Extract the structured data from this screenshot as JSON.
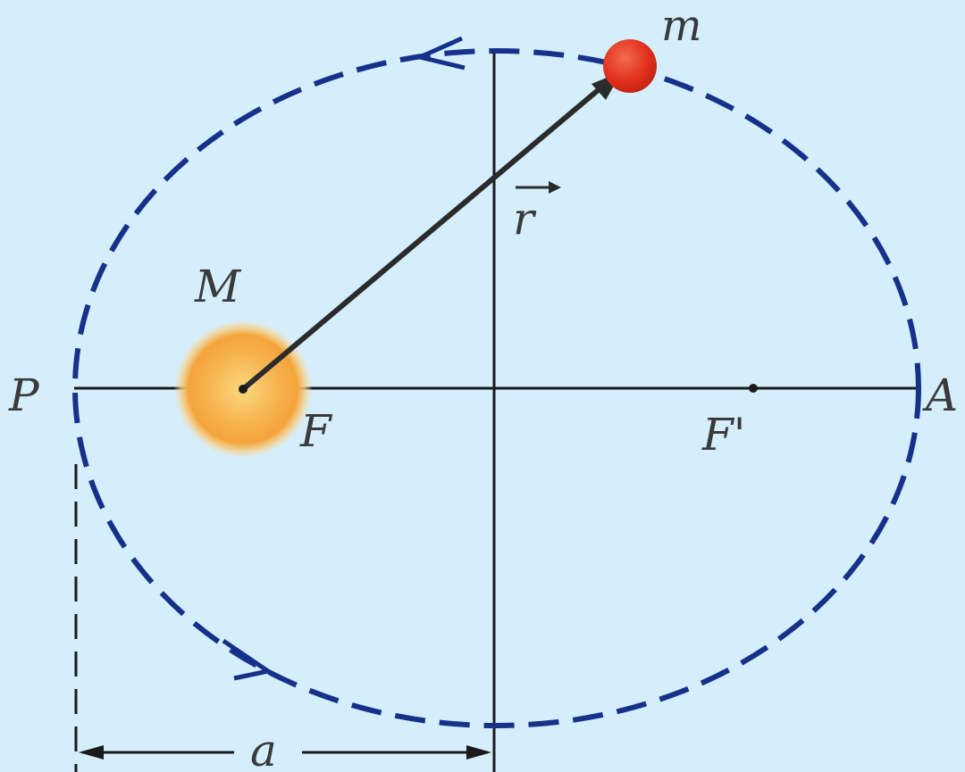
{
  "diagram": {
    "title": "",
    "labels": {
      "perihelion": "P",
      "aphelion": "A",
      "focus": "F",
      "other_focus": "F'",
      "central_mass": "M",
      "orbiting_mass": "m",
      "radius_vector": "r",
      "semi_major_axis": "a"
    },
    "colors": {
      "background": "#d4eefb",
      "orbit": "#16318a",
      "axes": "#1a1a1a",
      "radius_vector": "#2b2b2b",
      "sun_core": "#f6ad3c",
      "sun_glow": "#f9d58a",
      "planet": "#e5311e",
      "label": "#3a3a3a"
    },
    "icons": {
      "sun": "sun-icon",
      "planet": "planet-icon",
      "direction_arrows": "chevron-arrow-icon"
    }
  }
}
